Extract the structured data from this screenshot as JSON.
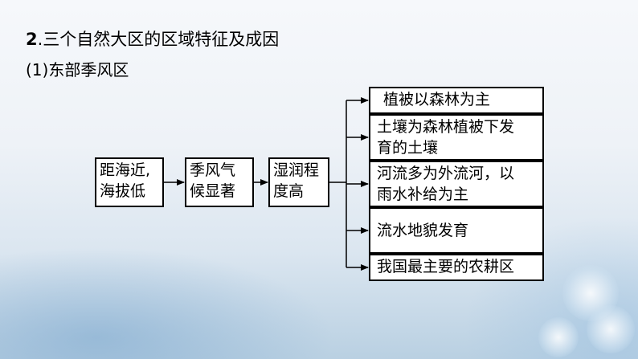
{
  "heading": {
    "number": "2",
    "text": ".三个自然大区的区域特征及成因"
  },
  "subheading": "(1)东部季风区",
  "causes": [
    "距海近,\n海拔低",
    "季风气\n候显著",
    "湿润程\n度高"
  ],
  "effects": [
    "植被以森林为主",
    "土壤为森林植被下发\n育的土壤",
    "河流多为外流河，以\n雨水补给为主",
    "流水地貌发育",
    "我国最主要的农耕区"
  ]
}
